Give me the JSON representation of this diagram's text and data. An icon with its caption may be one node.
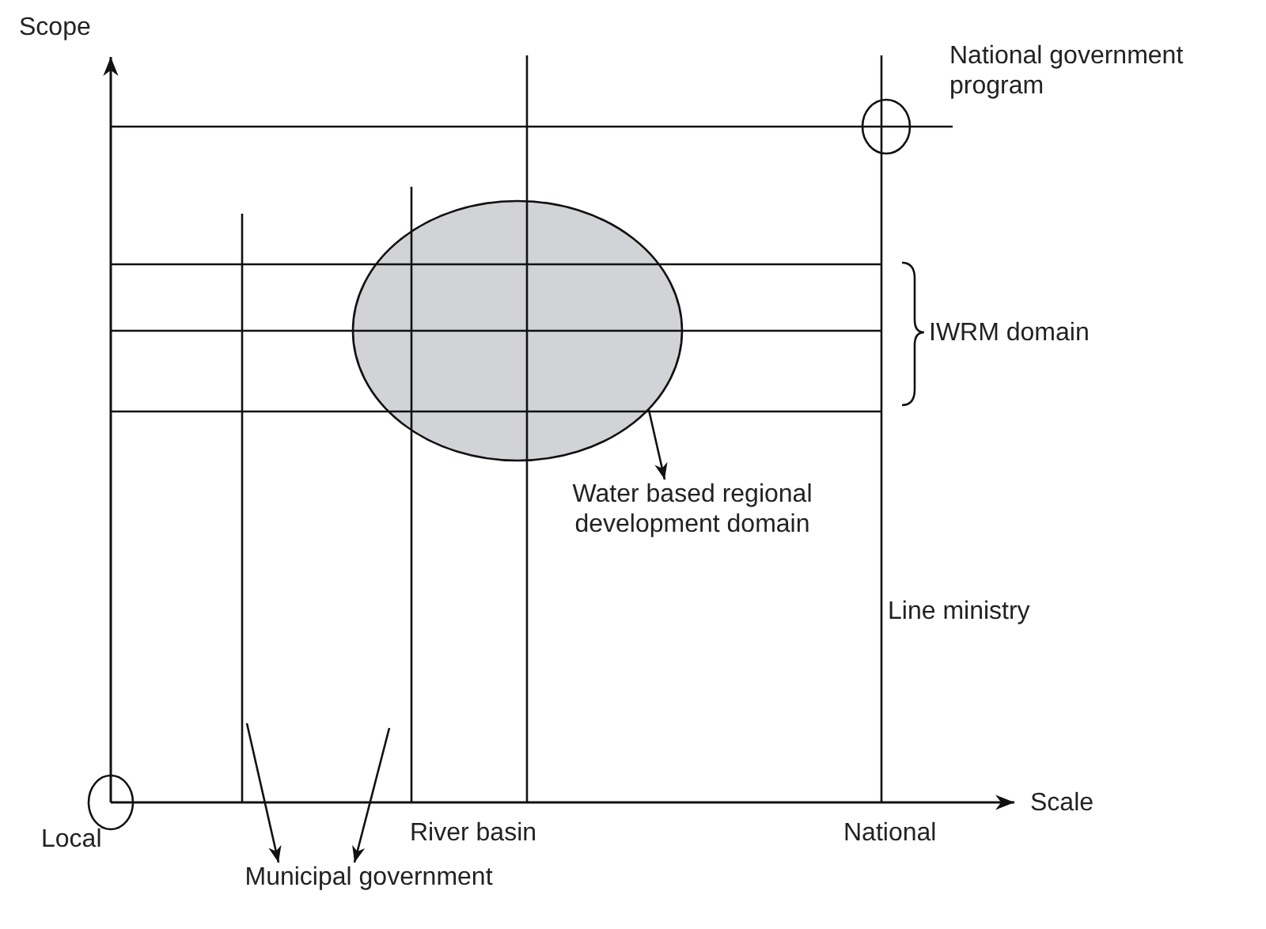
{
  "diagram": {
    "nodes": [
      {
        "text": [],
        "shape": "ellipse"
      },
      {
        "text": [
          "Water based regional development domain"
        ]
      },
      {
        "text": [
          "Municipal government"
        ]
      }
    ],
    "edges": [
      {
        "from": 0,
        "to": 1,
        "arrow": "to"
      },
      {
        "from": null,
        "to": 2,
        "arrow": "to"
      },
      {
        "from": null,
        "to": 2,
        "arrow": "to"
      }
    ],
    "labels": [
      "Scope",
      "National government program",
      "IWRM domain",
      "Line ministry",
      "Scale",
      "Local",
      "River basin",
      "National"
    ]
  }
}
